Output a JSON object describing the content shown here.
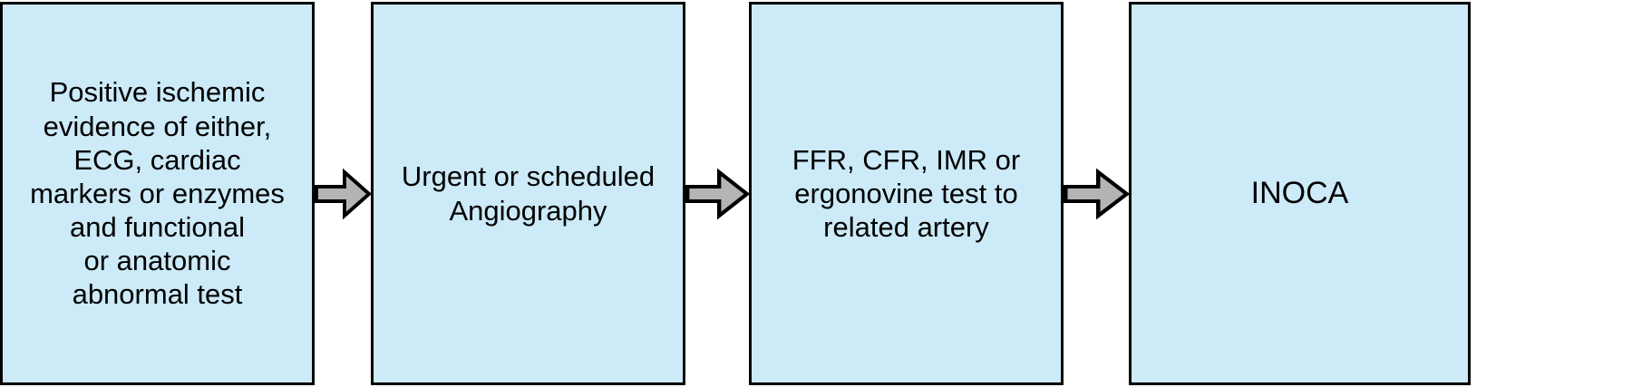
{
  "diagram": {
    "type": "flowchart",
    "orientation": "left-to-right",
    "background_color": "#ffffff",
    "node_fill_color": "#cceaf7",
    "node_border_color": "#000000",
    "arrow_fill_color": "#b4b4b4",
    "arrow_border_color": "#000000",
    "text_color": "#000000",
    "nodes": [
      {
        "id": "node-1",
        "label": "Positive ischemic\nevidence of either,\nECG, cardiac\nmarkers or enzymes\nand functional\nor anatomic\nabnormal test"
      },
      {
        "id": "node-2",
        "label": "Urgent or scheduled\nAngiography"
      },
      {
        "id": "node-3",
        "label": "FFR, CFR, IMR or\nergonovine test to\nrelated artery"
      },
      {
        "id": "node-4",
        "label": "INOCA"
      }
    ],
    "connectors": [
      {
        "id": "arrow-1",
        "from": "node-1",
        "to": "node-2",
        "shape": "block-arrow-right"
      },
      {
        "id": "arrow-2",
        "from": "node-2",
        "to": "node-3",
        "shape": "block-arrow-right"
      },
      {
        "id": "arrow-3",
        "from": "node-3",
        "to": "node-4",
        "shape": "block-arrow-right"
      }
    ]
  }
}
